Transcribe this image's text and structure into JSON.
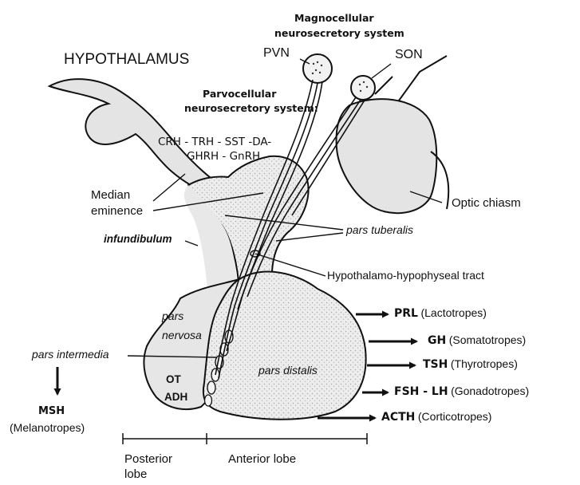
{
  "labels": {
    "hypothalamus": "HYPOTHALAMUS",
    "magnocellular": "Magnocellular",
    "magnocellular_system": "neurosecretory system",
    "pvn": "PVN",
    "son": "SON",
    "parvocellular": "Parvocellular",
    "parvocellular_system": "neurosecretory system:",
    "hormones_line1": "CRH - TRH - SST -DA-",
    "hormones_line2": "GHRH - GnRH",
    "median": "Median",
    "eminence": "eminence",
    "optic_chiasm": "Optic chiasm",
    "infundibulum": "infundibulum",
    "pars_tuberalis": "pars tuberalis",
    "hh_tract": "Hypothalamo-hypophyseal tract",
    "pars": "pars",
    "nervosa": "nervosa",
    "pars_intermedia": "pars intermedia",
    "ot": "OT",
    "adh": "ADH",
    "pars_distalis": "pars distalis",
    "msh": "MSH",
    "melanotropes": "(Melanotropes)",
    "posterior": "Posterior",
    "lobe": "lobe",
    "anterior_lobe": "Anterior lobe"
  },
  "outputs": [
    {
      "hormone": "PRL",
      "cells": "(Lactotropes)"
    },
    {
      "hormone": "GH",
      "cells": "(Somatotropes)"
    },
    {
      "hormone": "TSH",
      "cells": "(Thyrotropes)"
    },
    {
      "hormone": "FSH - LH",
      "cells": "(Gonadotropes)"
    },
    {
      "hormone": "ACTH",
      "cells": "(Corticotropes)"
    }
  ],
  "colors": {
    "ink": "#111111",
    "tissue": "#e6e6e6",
    "stipple": "#b9b9b9"
  }
}
